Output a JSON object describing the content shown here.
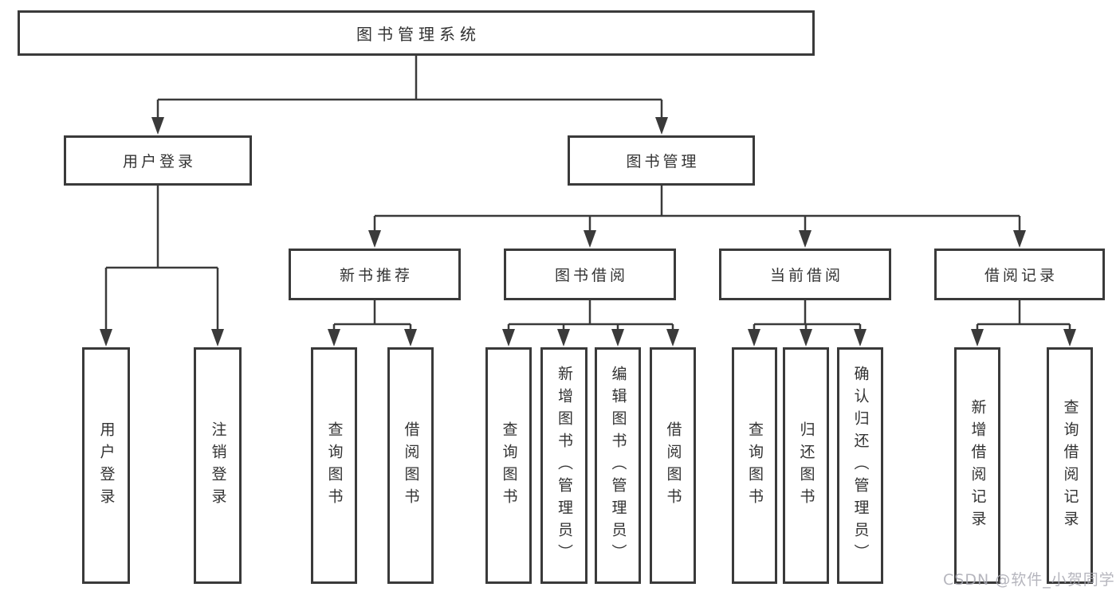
{
  "root": {
    "label": "图书管理系统"
  },
  "branches": {
    "user_login": {
      "label": "用户登录",
      "children": [
        {
          "label": "用户登录"
        },
        {
          "label": "注销登录"
        }
      ]
    },
    "book_mgmt": {
      "label": "图书管理",
      "children": [
        {
          "label": "新书推荐",
          "children": [
            {
              "label": "查询图书"
            },
            {
              "label": "借阅图书"
            }
          ]
        },
        {
          "label": "图书借阅",
          "children": [
            {
              "label": "查询图书"
            },
            {
              "label": "新增图书（管理员）"
            },
            {
              "label": "编辑图书（管理员）"
            },
            {
              "label": "借阅图书"
            }
          ]
        },
        {
          "label": "当前借阅",
          "children": [
            {
              "label": "查询图书"
            },
            {
              "label": "归还图书"
            },
            {
              "label": "确认归还（管理员）"
            }
          ]
        },
        {
          "label": "借阅记录",
          "children": [
            {
              "label": "新增借阅记录"
            },
            {
              "label": "查询借阅记录"
            }
          ]
        }
      ]
    }
  },
  "watermark": "CSDN @软件_小贺同学",
  "colors": {
    "line": "#3a3a3a",
    "box_border": "#3a3a3a",
    "box_fill": "#ffffff",
    "text": "#333333",
    "watermark": "#a8a8b2"
  }
}
